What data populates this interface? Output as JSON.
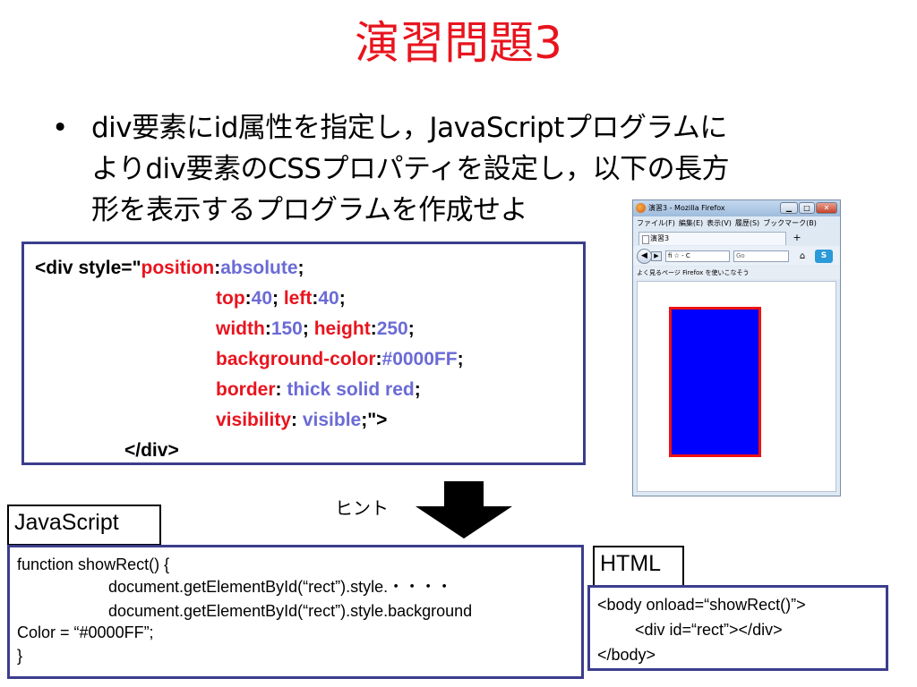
{
  "title": "演習問題3",
  "bullet": {
    "marker": "•",
    "lines": [
      "div要素にid属性を指定し，JavaScriptプログラムに",
      "よりdiv要素のCSSプロパティを設定し，以下の長方",
      "形を表示するプログラムを作成せよ"
    ]
  },
  "css_box": {
    "l1": {
      "p1": "<div style=\"",
      "k1": "position",
      "c1": ":",
      "v1": "absolute",
      "p2": ";"
    },
    "l2": {
      "k1": "top",
      "c1": ":",
      "v1": "40",
      "s1": "; ",
      "k2": "left",
      "c2": ":",
      "v2": "40",
      "e": ";"
    },
    "l3": {
      "k1": "width",
      "c1": ":",
      "v1": "150",
      "s1": "; ",
      "k2": "height",
      "c2": ":",
      "v2": "250",
      "e": ";"
    },
    "l4": {
      "k1": "background-color",
      "c1": ":",
      "v1": "#0000FF",
      "e": ";"
    },
    "l5": {
      "k1": "border",
      "c1": ": ",
      "v1": "thick solid red",
      "e": ";"
    },
    "l6": {
      "k1": "visibility",
      "c1": ": ",
      "v1": "visible",
      "e": ";\">"
    },
    "l7": "</div>"
  },
  "hint": "ヒント",
  "javascript_tab": "JavaScript",
  "js_code": [
    "function showRect() {",
    "document.getElementById(“rect”).style.・・・・",
    "document.getElementById(“rect”).style.background",
    "Color  = “#0000FF”;",
    "}"
  ],
  "html_tab": "HTML",
  "html_code": [
    "<body onload=“showRect()”>",
    "<div id=“rect”></div>",
    "</body>"
  ],
  "browser": {
    "window_title": "演習3 - Mozilla Firefox",
    "menu": [
      "ファイル(F)",
      "編集(E)",
      "表示(V)",
      "履歴(S)",
      "ブックマーク(B)"
    ],
    "tab_label": "演習3",
    "new_tab": "+",
    "url_text": "fi ☆ - C",
    "search_text": "Go",
    "bookmarks": "よく見るページ   Firefox を使いこなそう",
    "rect_fill": "#0000FF",
    "rect_border": "#FF0000"
  },
  "colors": {
    "title": "#e8141e",
    "property": "#e8141e",
    "value": "#6b6bd6",
    "box_border": "#3b3d8c"
  }
}
